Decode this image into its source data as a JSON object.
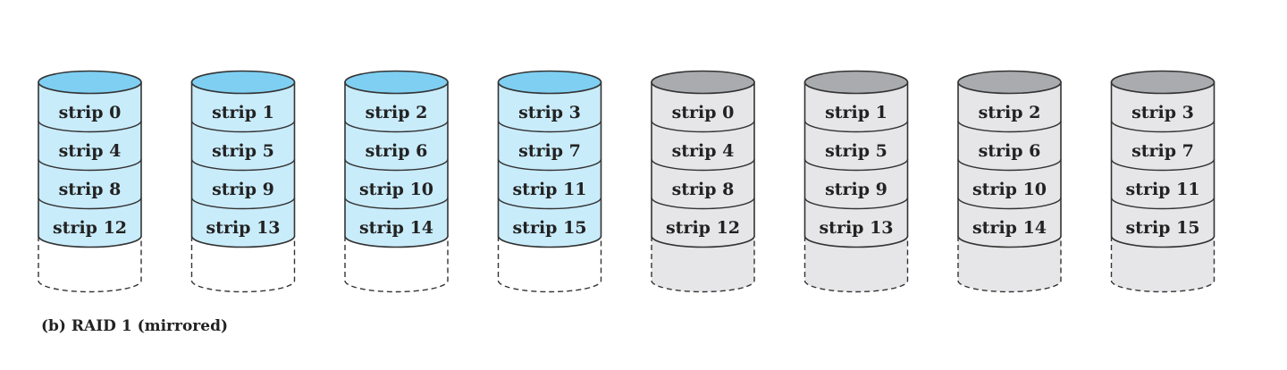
{
  "caption": "(b) RAID 1 (mirrored)",
  "colors": {
    "primary_body": "#c9ecfb",
    "primary_top": "#7fcff2",
    "mirror_body": "#e6e6e8",
    "mirror_top": "#a9abae",
    "outline": "#333333"
  },
  "disks": [
    {
      "group": "primary",
      "strips": [
        "strip 0",
        "strip 4",
        "strip 8",
        "strip 12"
      ]
    },
    {
      "group": "primary",
      "strips": [
        "strip 1",
        "strip 5",
        "strip 9",
        "strip 13"
      ]
    },
    {
      "group": "primary",
      "strips": [
        "strip 2",
        "strip 6",
        "strip 10",
        "strip 14"
      ]
    },
    {
      "group": "primary",
      "strips": [
        "strip 3",
        "strip 7",
        "strip 11",
        "strip 15"
      ]
    },
    {
      "group": "mirror",
      "strips": [
        "strip 0",
        "strip 4",
        "strip 8",
        "strip 12"
      ]
    },
    {
      "group": "mirror",
      "strips": [
        "strip 1",
        "strip 5",
        "strip 9",
        "strip 13"
      ]
    },
    {
      "group": "mirror",
      "strips": [
        "strip 2",
        "strip 6",
        "strip 10",
        "strip 14"
      ]
    },
    {
      "group": "mirror",
      "strips": [
        "strip 3",
        "strip 7",
        "strip 11",
        "strip 15"
      ]
    }
  ]
}
